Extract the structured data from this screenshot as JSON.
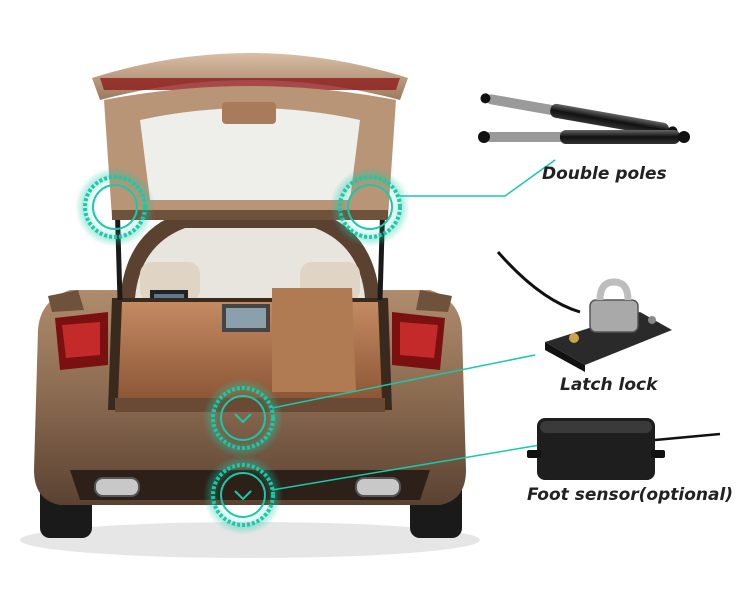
{
  "labels": {
    "double_poles": "Double poles",
    "latch_lock": "Latch lock",
    "foot_sensor": "Foot sensor(optional)"
  },
  "colors": {
    "highlight": "#19c9a8",
    "car_body": "#8a6a50",
    "trunk_interior": "#a8704e",
    "background": "#ffffff"
  },
  "icons": [
    "car-illustration",
    "double-poles-icon",
    "latch-lock-icon",
    "foot-sensor-icon",
    "highlight-ring-icon"
  ]
}
